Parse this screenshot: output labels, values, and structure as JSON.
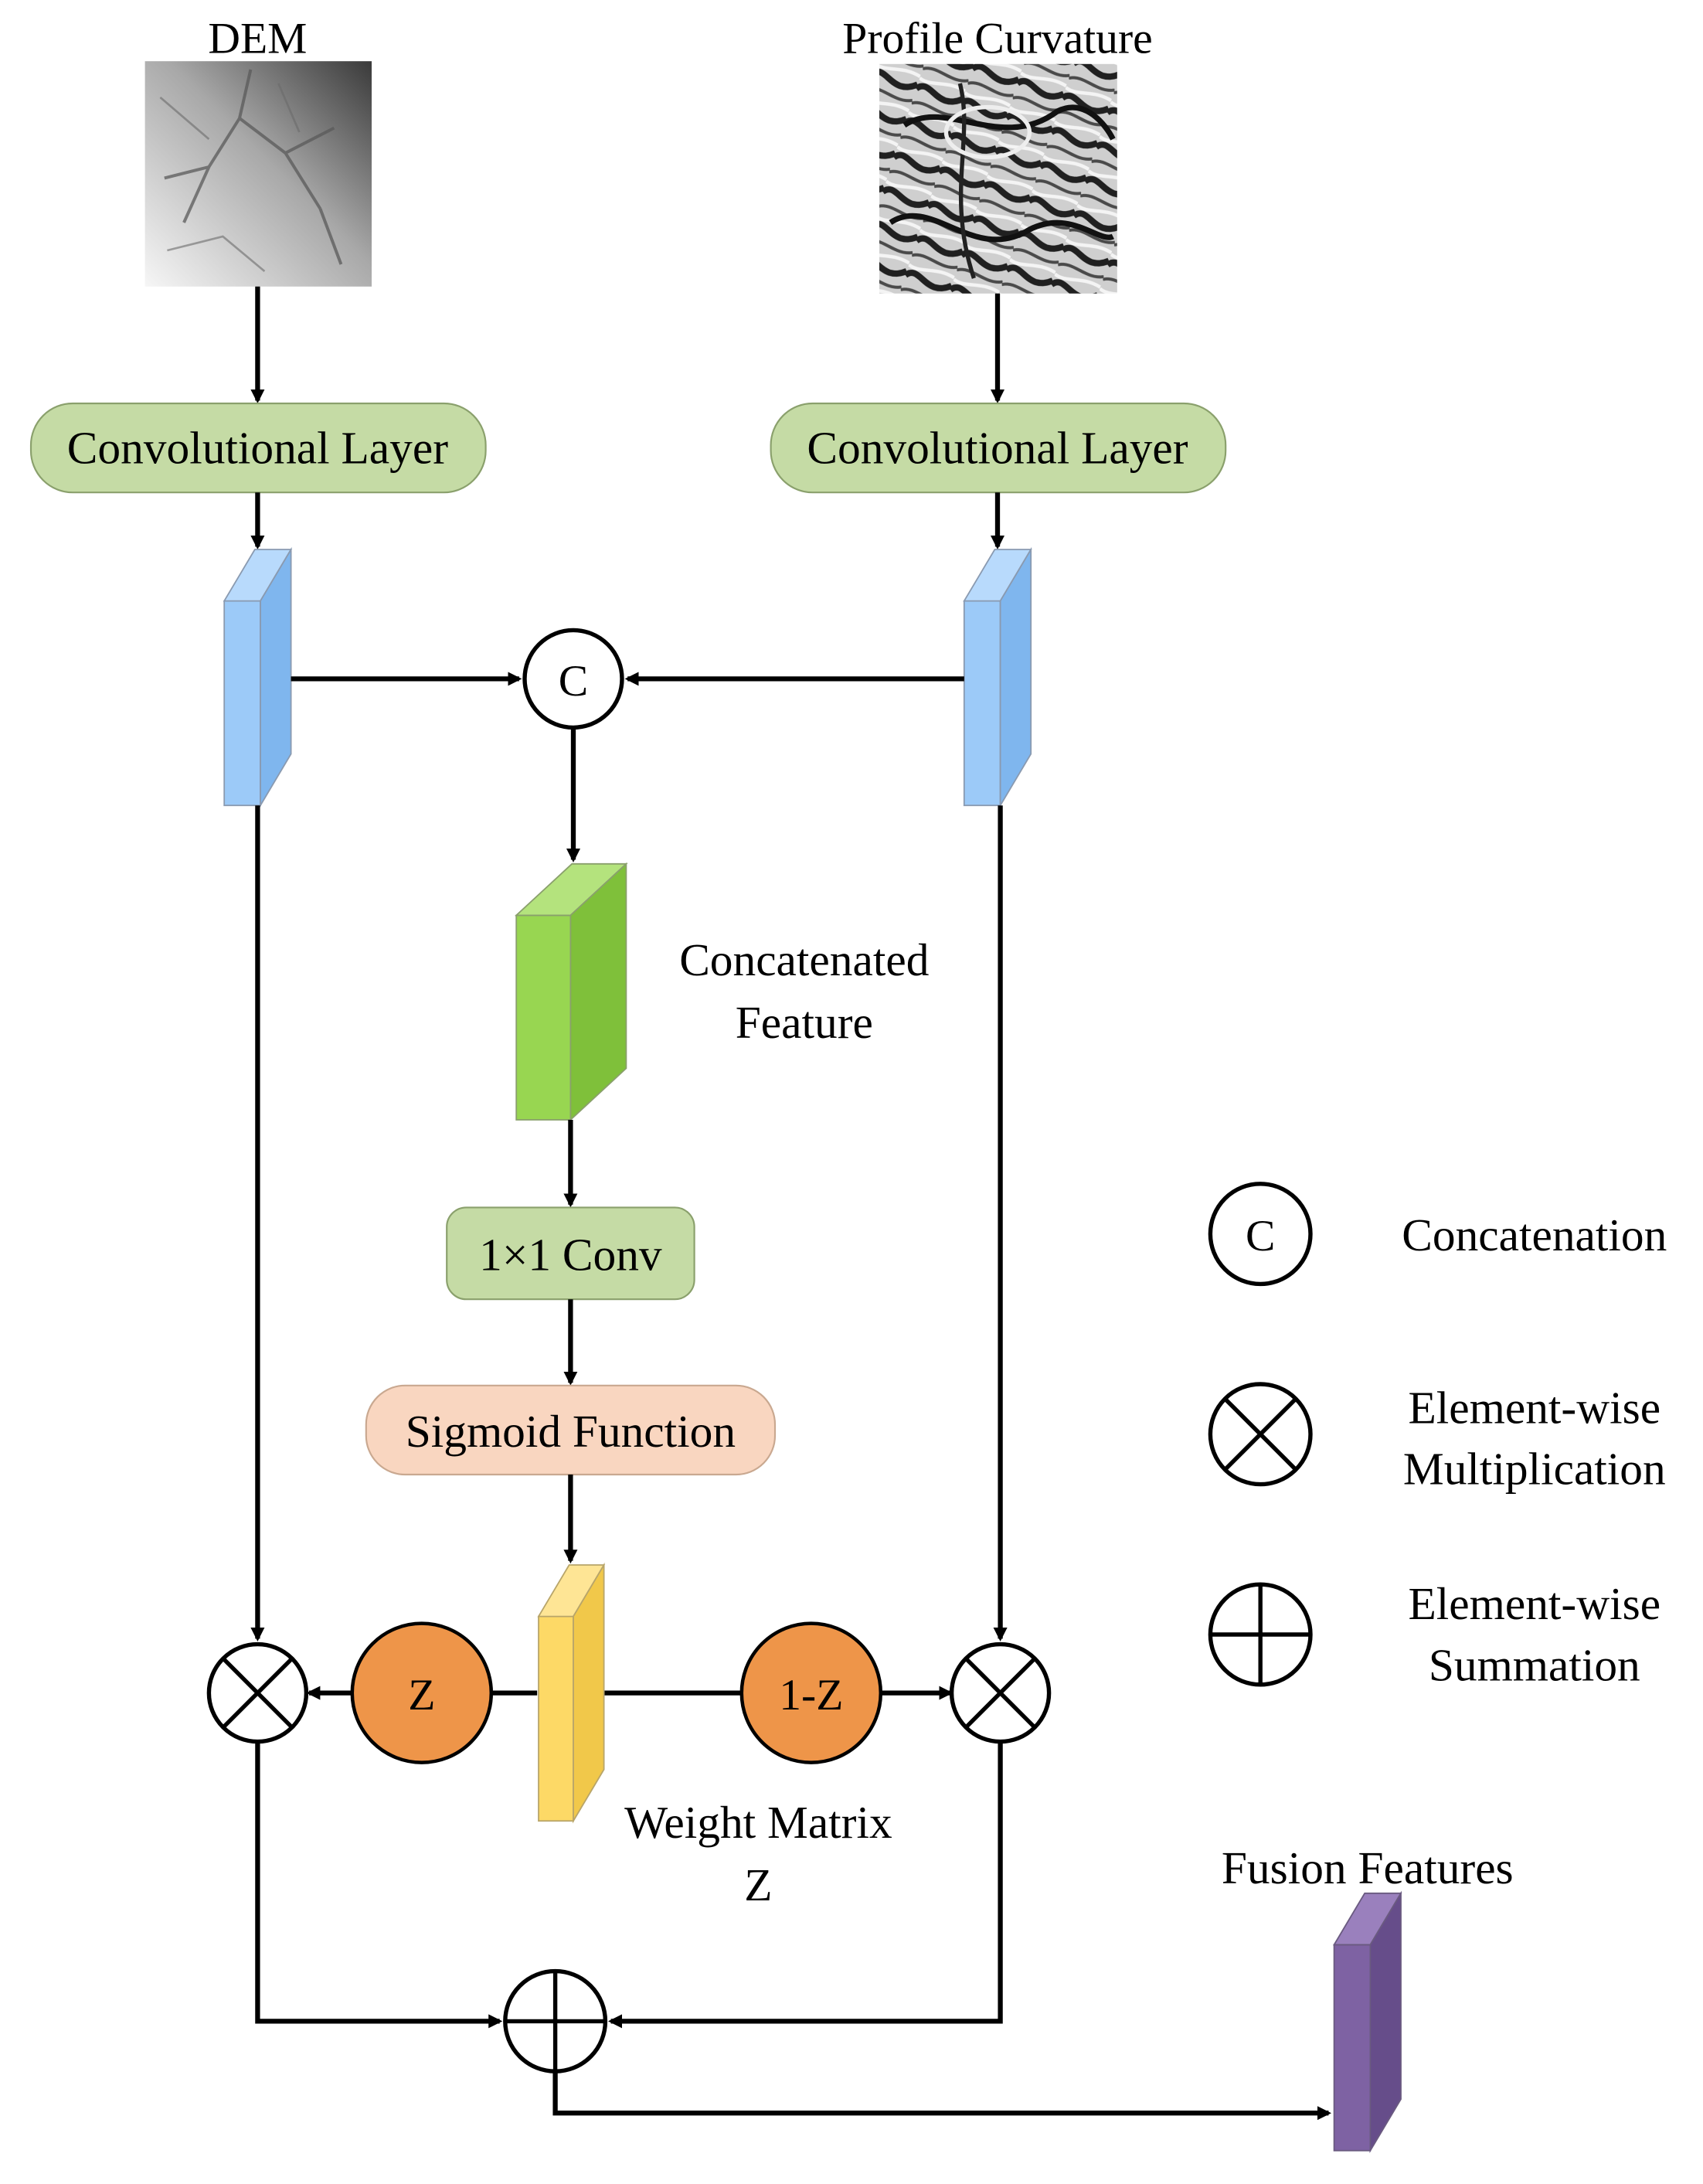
{
  "inputs": {
    "dem": {
      "label": "DEM"
    },
    "profile_curvature": {
      "label": "Profile Curvature"
    }
  },
  "blocks": {
    "conv_left": "Convolutional Layer",
    "conv_right": "Convolutional Layer",
    "conv1x1": "1×1 Conv",
    "sigmoid": "Sigmoid Function"
  },
  "operators": {
    "concat_symbol": "C",
    "z": "Z",
    "one_minus_z": "1-Z"
  },
  "labels": {
    "concat_feature_line1": "Concatenated",
    "concat_feature_line2": "Feature",
    "weight_matrix_line1": "Weight Matrix",
    "weight_matrix_line2": "Z",
    "fusion_features": "Fusion Features"
  },
  "legend": {
    "concat_symbol": "C",
    "concat": "Concatenation",
    "mult_line1": "Element-wise",
    "mult_line2": "Multiplication",
    "sum_line1": "Element-wise",
    "sum_line2": "Summation"
  },
  "colors": {
    "conv_block": "#c5dba5",
    "sigmoid_block": "#f9d6c0",
    "feature_blue": "#9ccaf8",
    "feature_green": "#98d651",
    "weight_yellow": "#fdd966",
    "z_orange": "#ee9549",
    "fusion_purple": "#7e62a3"
  }
}
